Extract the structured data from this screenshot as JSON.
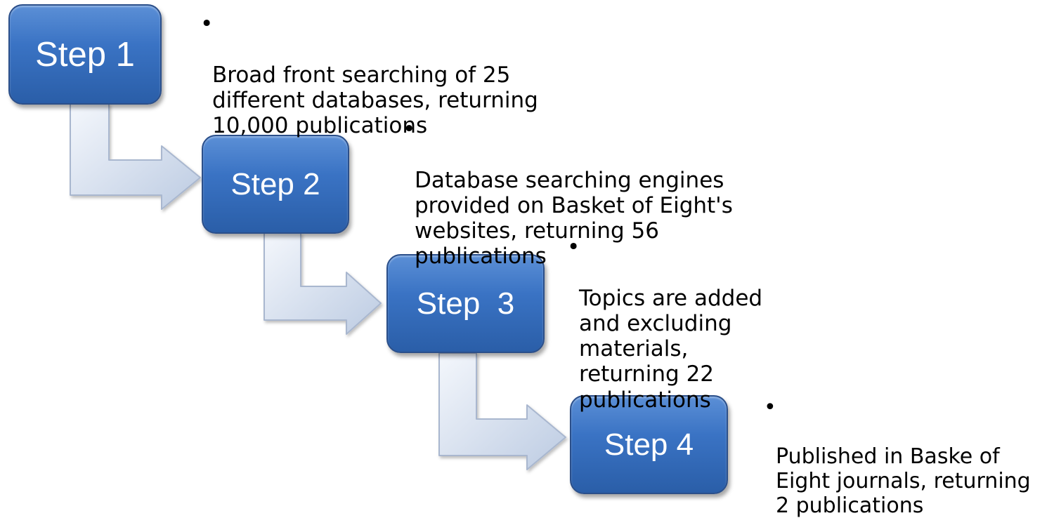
{
  "diagram": {
    "steps": [
      {
        "label": "Step 1",
        "description": "Broad front searching  of 25\ndifferent databases, returning\n10,000 publications"
      },
      {
        "label": "Step 2",
        "description": "Database searching engines\nprovided on Basket of Eight's\nwebsites, returning 56\npublications"
      },
      {
        "label": "Step  3",
        "description": "Topics are added\nand excluding\nmaterials,\nreturning 22\npublications"
      },
      {
        "label": "Step 4",
        "description": "Published in Baske of\nEight journals, returning\n2 publications"
      }
    ],
    "bullet": "•",
    "colors": {
      "box_top": "#5b8fd6",
      "box_bottom": "#2a5ea8",
      "box_border": "#2b4f8a",
      "arrow_fill_light": "#eef2fa",
      "arrow_fill_dark": "#bccbe2",
      "arrow_stroke": "#a9b7cf"
    },
    "icons": {
      "connector": "bent-down-right-arrow"
    }
  }
}
